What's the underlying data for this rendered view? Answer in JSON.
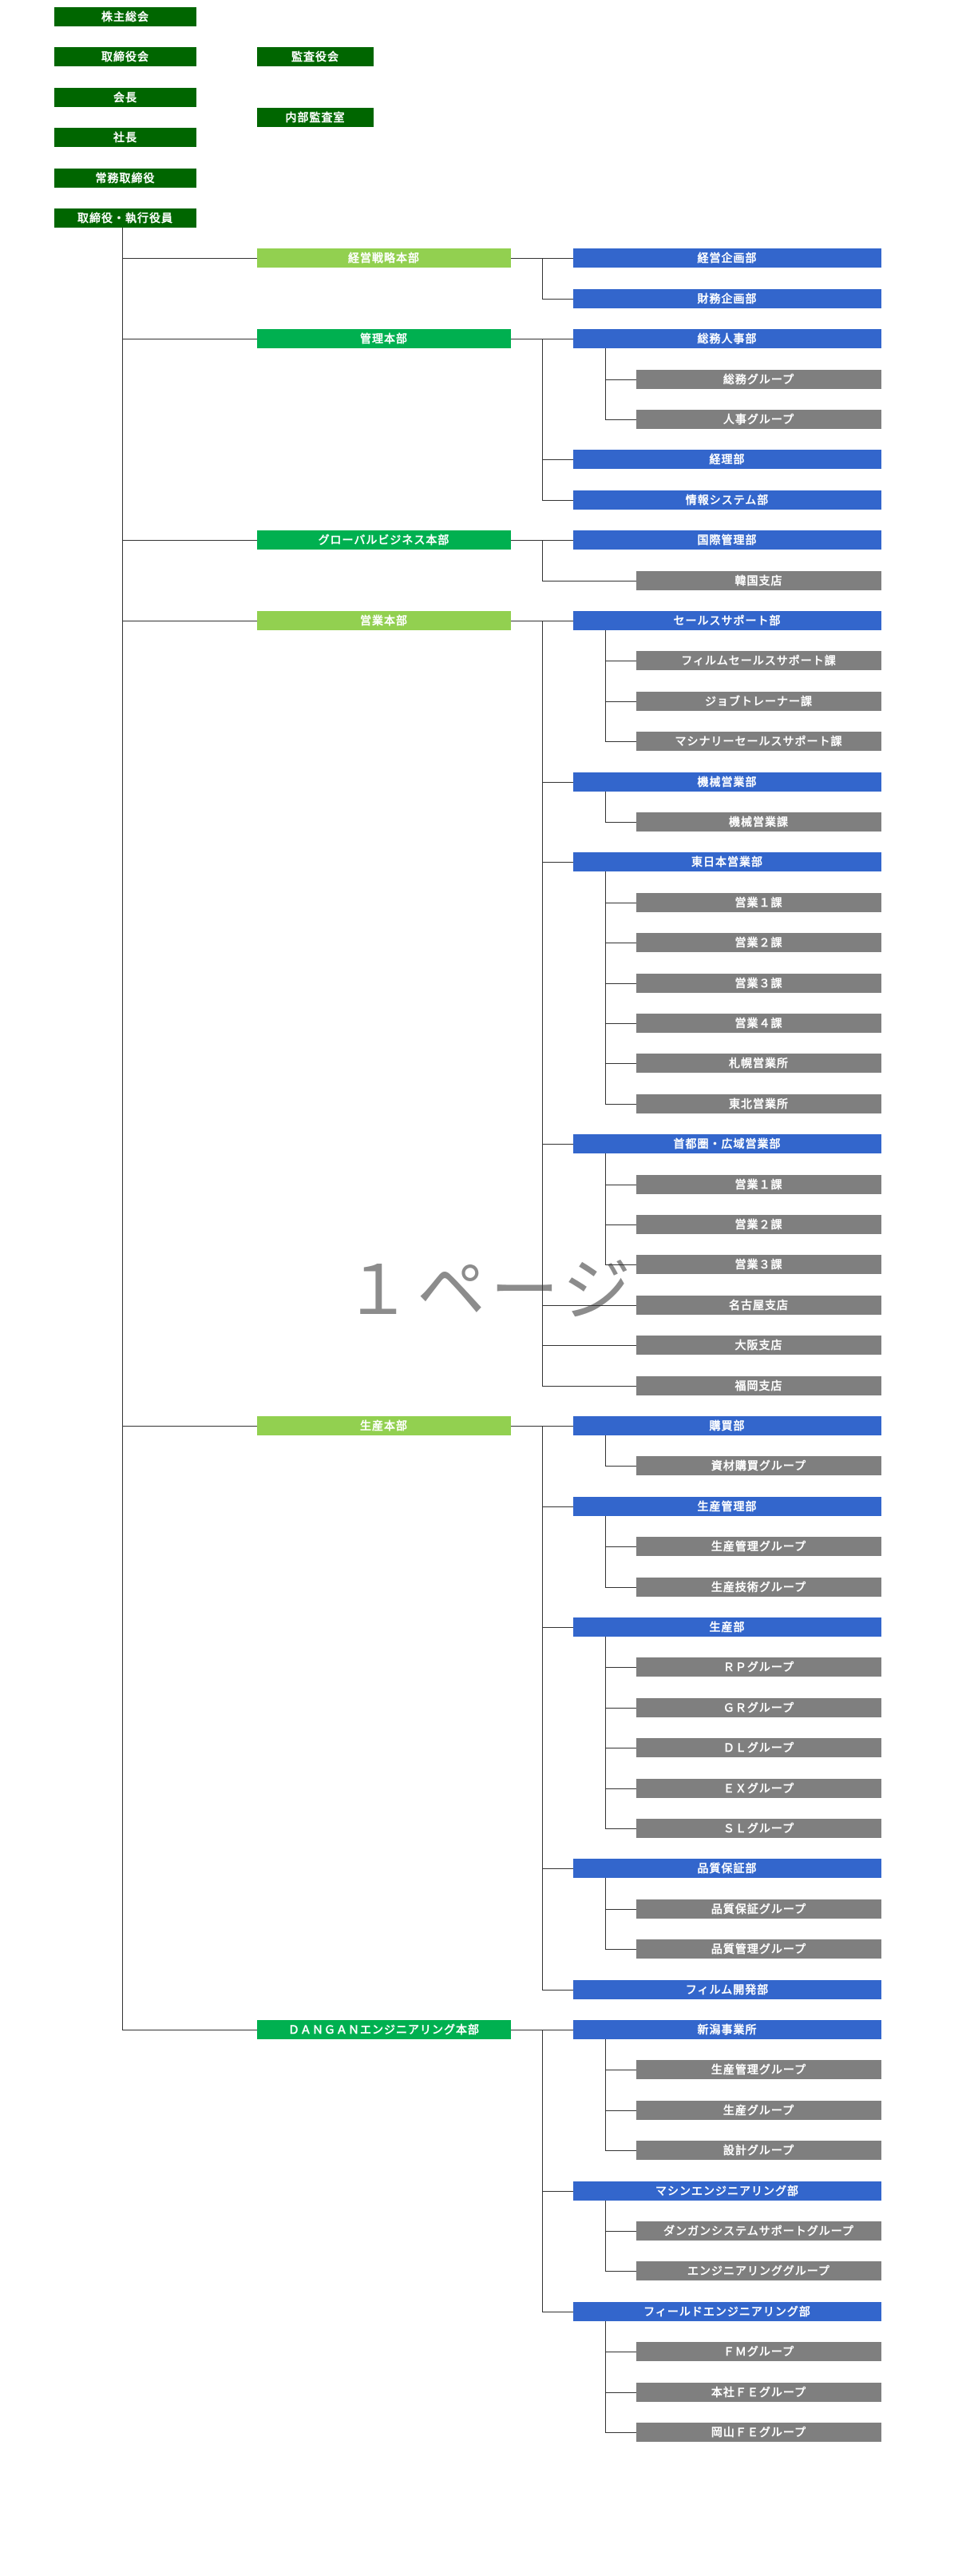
{
  "colors": {
    "executive": "#006600",
    "division_light": "#92d050",
    "division_green": "#00b050",
    "department": "#3366cc",
    "group": "#7f7f7f",
    "connector": "#333333",
    "watermark": "#8c8c8c"
  },
  "executive": [
    "株主総会",
    "取締役会",
    "会長",
    "社長",
    "常務取締役",
    "取締役・執行役員"
  ],
  "audit": [
    "監査役会",
    "内部監査室"
  ],
  "watermark": "１ページ",
  "divisions": [
    {
      "label": "経営戦略本部",
      "color": "lime",
      "children": [
        {
          "label": "経営企画部",
          "children": []
        },
        {
          "label": "財務企画部",
          "children": []
        }
      ]
    },
    {
      "label": "管理本部",
      "color": "green",
      "children": [
        {
          "label": "総務人事部",
          "children": [
            "総務グループ",
            "人事グループ"
          ]
        },
        {
          "label": "経理部",
          "children": []
        },
        {
          "label": "情報システム部",
          "children": []
        }
      ]
    },
    {
      "label": "グローバルビジネス本部",
      "color": "green",
      "children": [
        {
          "label": "国際管理部",
          "children": []
        },
        {
          "label": "韓国支店",
          "type": "gray",
          "children": []
        }
      ]
    },
    {
      "label": "営業本部",
      "color": "lime",
      "children": [
        {
          "label": "セールスサポート部",
          "children": [
            "フィルムセールスサポート課",
            "ジョブトレーナー課",
            "マシナリーセールスサポート課"
          ]
        },
        {
          "label": "機械営業部",
          "children": [
            "機械営業課"
          ]
        },
        {
          "label": "東日本営業部",
          "children": [
            "営業１課",
            "営業２課",
            "営業３課",
            "営業４課",
            "札幌営業所",
            "東北営業所"
          ]
        },
        {
          "label": "首都圏・広域営業部",
          "children": [
            "営業１課",
            "営業２課",
            "営業３課"
          ]
        },
        {
          "label": "名古屋支店",
          "type": "gray",
          "children": []
        },
        {
          "label": "大阪支店",
          "type": "gray",
          "children": []
        },
        {
          "label": "福岡支店",
          "type": "gray",
          "children": []
        }
      ]
    },
    {
      "label": "生産本部",
      "color": "lime",
      "children": [
        {
          "label": "購買部",
          "children": [
            "資材購買グループ"
          ]
        },
        {
          "label": "生産管理部",
          "children": [
            "生産管理グループ",
            "生産技術グループ"
          ]
        },
        {
          "label": "生産部",
          "children": [
            "ＲＰグループ",
            "ＧＲグループ",
            "ＤＬグループ",
            "ＥＸグループ",
            "ＳＬグループ"
          ]
        },
        {
          "label": "品質保証部",
          "children": [
            "品質保証グループ",
            "品質管理グループ"
          ]
        },
        {
          "label": "フィルム開発部",
          "children": []
        }
      ]
    },
    {
      "label": "ＤＡＮＧＡＮエンジニアリング本部",
      "color": "green",
      "children": [
        {
          "label": "新潟事業所",
          "children": [
            "生産管理グループ",
            "生産グループ",
            "設計グループ"
          ]
        },
        {
          "label": "マシンエンジニアリング部",
          "children": [
            "ダンガンシステムサポートグループ",
            "エンジニアリンググループ"
          ]
        },
        {
          "label": "フィールドエンジニアリング部",
          "children": [
            "ＦＭグループ",
            "本社ＦＥグループ",
            "岡山ＦＥグループ"
          ]
        }
      ]
    }
  ]
}
